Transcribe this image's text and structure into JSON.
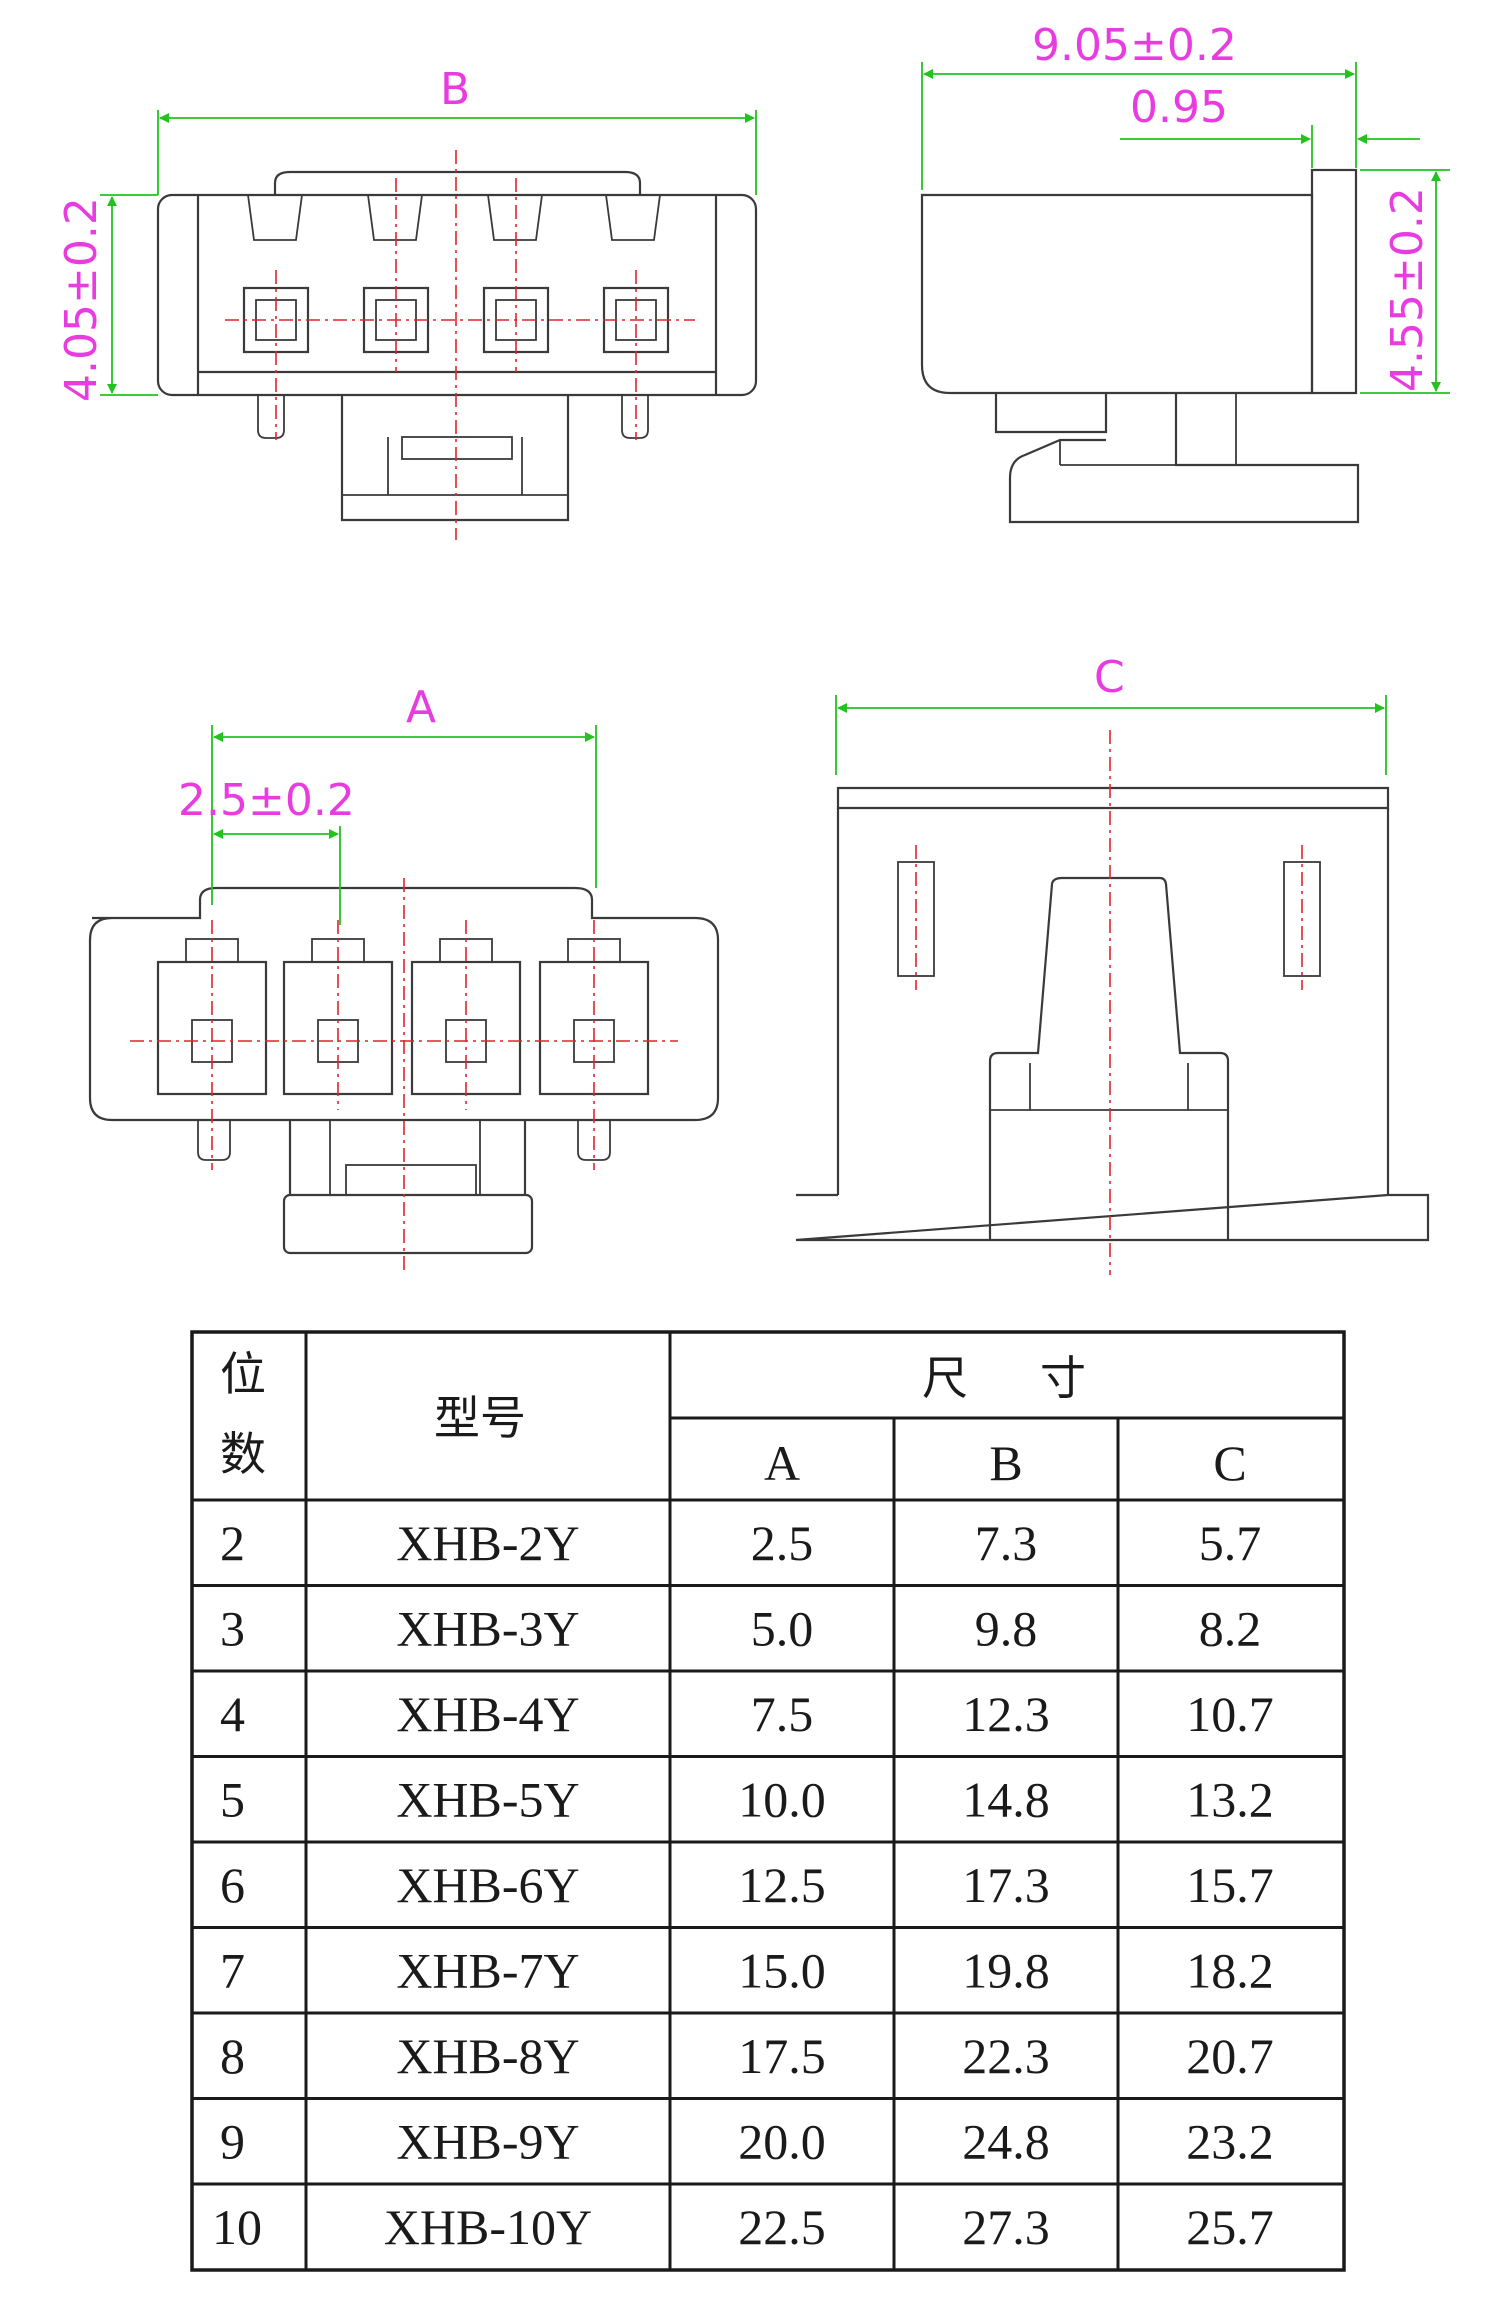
{
  "dimensions": {
    "front_top_width_label": "B",
    "front_height": "4.05±0.2",
    "side_depth": "9.05±0.2",
    "side_step": "0.95",
    "side_height": "4.55±0.2",
    "bottom_span_label": "A",
    "pitch": "2.5±0.2",
    "bottom_side_width_label": "C"
  },
  "table": {
    "header_positions": "位\n数",
    "header_positions_line1": "位",
    "header_positions_line2": "数",
    "header_model": "型号",
    "header_size": "尺    寸",
    "header_size_1": "尺",
    "header_size_2": "寸",
    "col_a": "A",
    "col_b": "B",
    "col_c": "C",
    "rows": [
      {
        "pos": "2",
        "model": "XHB-2Y",
        "a": "2.5",
        "b": "7.3",
        "c": "5.7"
      },
      {
        "pos": "3",
        "model": "XHB-3Y",
        "a": "5.0",
        "b": "9.8",
        "c": "8.2"
      },
      {
        "pos": "4",
        "model": "XHB-4Y",
        "a": "7.5",
        "b": "12.3",
        "c": "10.7"
      },
      {
        "pos": "5",
        "model": "XHB-5Y",
        "a": "10.0",
        "b": "14.8",
        "c": "13.2"
      },
      {
        "pos": "6",
        "model": "XHB-6Y",
        "a": "12.5",
        "b": "17.3",
        "c": "15.7"
      },
      {
        "pos": "7",
        "model": "XHB-7Y",
        "a": "15.0",
        "b": "19.8",
        "c": "18.2"
      },
      {
        "pos": "8",
        "model": "XHB-8Y",
        "a": "17.5",
        "b": "22.3",
        "c": "20.7"
      },
      {
        "pos": "9",
        "model": "XHB-9Y",
        "a": "20.0",
        "b": "24.8",
        "c": "23.2"
      },
      {
        "pos": "10",
        "model": "XHB-10Y",
        "a": "22.5",
        "b": "27.3",
        "c": "25.7"
      }
    ]
  },
  "colors": {
    "dimension_line": "#22c31f",
    "dimension_text": "#e83ce0",
    "center_line": "#e0242c",
    "outline": "#3a3a3a"
  }
}
